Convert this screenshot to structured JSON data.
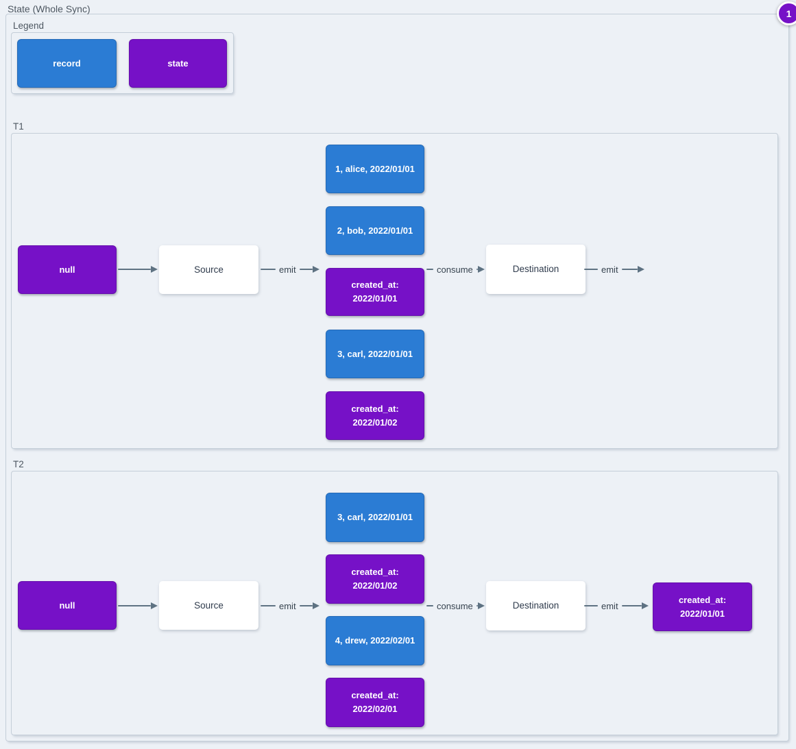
{
  "diagram": {
    "title": "State (Whole Sync)",
    "badge": "1"
  },
  "colors": {
    "record": "#2b7cd4",
    "state": "#7611c7",
    "edge": "#5e7282"
  },
  "legend": {
    "label": "Legend",
    "items": [
      {
        "type": "record",
        "label": "record"
      },
      {
        "type": "state",
        "label": "state"
      }
    ]
  },
  "t1": {
    "label": "T1",
    "null_label": "null",
    "source_label": "Source",
    "dest_label": "Destination",
    "emit1_label": "emit",
    "consume_label": "consume",
    "emit2_label": "emit",
    "stack": [
      {
        "type": "record",
        "lines": [
          "1, alice, 2022/01/01"
        ]
      },
      {
        "type": "record",
        "lines": [
          "2, bob, 2022/01/01"
        ]
      },
      {
        "type": "state",
        "lines": [
          "created_at:",
          "2022/01/01"
        ]
      },
      {
        "type": "record",
        "lines": [
          "3, carl, 2022/01/01"
        ]
      },
      {
        "type": "state",
        "lines": [
          "created_at:",
          "2022/01/02"
        ]
      }
    ]
  },
  "t2": {
    "label": "T2",
    "null_label": "null",
    "source_label": "Source",
    "dest_label": "Destination",
    "emit1_label": "emit",
    "consume_label": "consume",
    "emit2_label": "emit",
    "stack": [
      {
        "type": "record",
        "lines": [
          "3, carl, 2022/01/01"
        ]
      },
      {
        "type": "state",
        "lines": [
          "created_at:",
          "2022/01/02"
        ]
      },
      {
        "type": "record",
        "lines": [
          "4, drew, 2022/02/01"
        ]
      },
      {
        "type": "state",
        "lines": [
          "created_at:",
          "2022/02/01"
        ]
      }
    ],
    "output": {
      "type": "state",
      "lines": [
        "created_at:",
        "2022/01/01"
      ]
    }
  }
}
